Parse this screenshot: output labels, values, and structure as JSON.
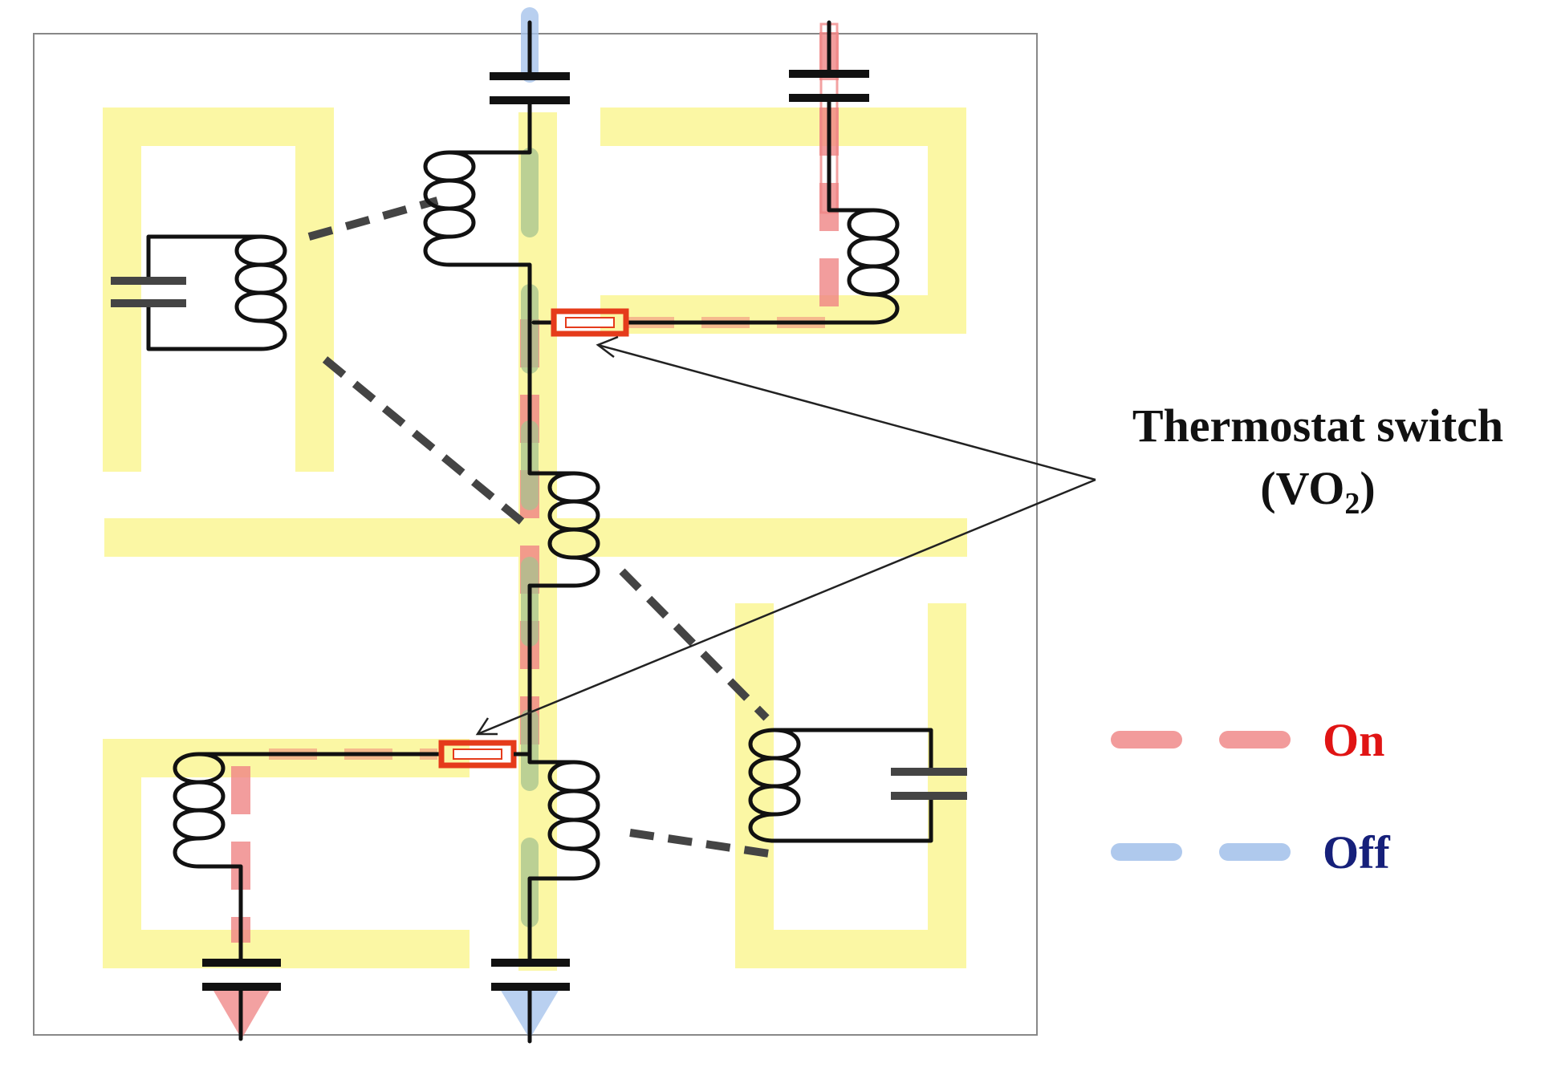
{
  "annotation": {
    "line1": "Thermostat switch",
    "line2_prefix": "(VO",
    "line2_sub": "2",
    "line2_suffix": ")"
  },
  "legend": {
    "items": [
      {
        "label": "On",
        "text_color": "#e01414",
        "swatch_color": "#f08a8a"
      },
      {
        "label": "Off",
        "text_color": "#16207a",
        "swatch_color": "#a7c4ec"
      }
    ]
  },
  "colors": {
    "resonator": "#fbf7a4",
    "switch": "#e53b1b",
    "on_path": "#f08585",
    "off_path": "#a7c4ec",
    "inactive_segment": "#a6c48f"
  }
}
